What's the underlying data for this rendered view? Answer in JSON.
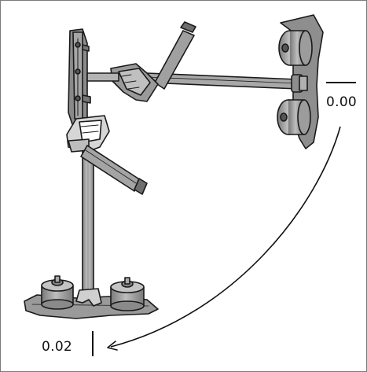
{
  "figure": {
    "subject": "camera-stabilizer-illustration",
    "annotations": {
      "top_value": "0.00",
      "bottom_value": "0.02"
    }
  },
  "colors": {
    "outline": "#1a1a1a",
    "metal_light": "#a8a8a8",
    "metal_mid": "#8e8e8e",
    "metal_dark": "#6e6e6e",
    "background": "#ffffff"
  }
}
